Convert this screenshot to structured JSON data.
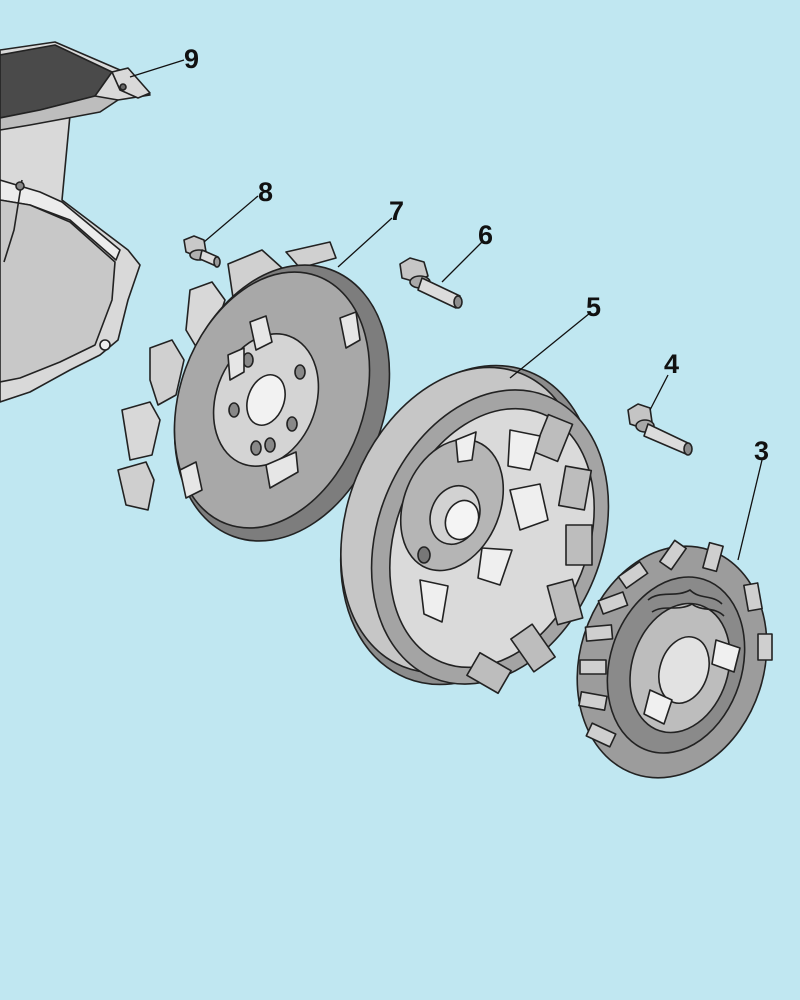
{
  "diagram": {
    "background_color": "#c0e7f1",
    "part_fill_light": "#d9d9d9",
    "part_fill_mid": "#a8a8a8",
    "part_fill_dark": "#7d7d7d",
    "callouts": [
      {
        "id": "9",
        "label": "9",
        "part": "blower-housing"
      },
      {
        "id": "8",
        "label": "8",
        "part": "fan-bolt"
      },
      {
        "id": "7",
        "label": "7",
        "part": "cooling-fan"
      },
      {
        "id": "6",
        "label": "6",
        "part": "flywheel-bolt"
      },
      {
        "id": "5",
        "label": "5",
        "part": "flywheel-rotor"
      },
      {
        "id": "4",
        "label": "4",
        "part": "stator-bolt"
      },
      {
        "id": "3",
        "label": "3",
        "part": "stator"
      }
    ]
  }
}
